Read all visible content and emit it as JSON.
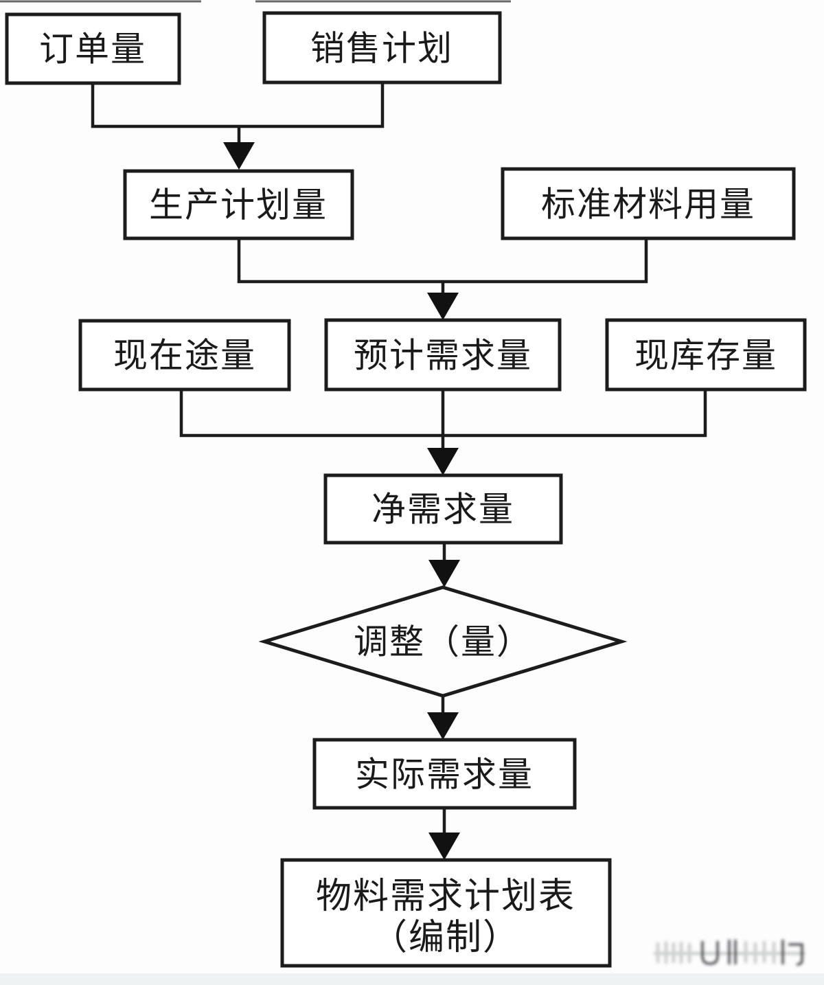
{
  "page": {
    "background_color": "#fdfdfd",
    "node_fill_color": "#ffffff",
    "line_color": "#1c1c1c",
    "text_color": "#1a1a1a",
    "footer_strip_color": "#eef2f3"
  },
  "diagram": {
    "type": "flowchart",
    "direction": "top-down",
    "nodes": {
      "order_quantity": {
        "label": "订单量",
        "shape": "rect"
      },
      "sales_plan": {
        "label": "销售计划",
        "shape": "rect"
      },
      "production_plan_quantity": {
        "label": "生产计划量",
        "shape": "rect"
      },
      "standard_material_usage": {
        "label": "标准材料用量",
        "shape": "rect"
      },
      "current_in_transit_quantity": {
        "label": "现在途量",
        "shape": "rect"
      },
      "estimated_demand_quantity": {
        "label": "预计需求量",
        "shape": "rect"
      },
      "current_inventory_quantity": {
        "label": "现库存量",
        "shape": "rect"
      },
      "net_demand_quantity": {
        "label": "净需求量",
        "shape": "rect"
      },
      "adjustment_quantity": {
        "label": "调整（量）",
        "shape": "diamond"
      },
      "actual_demand_quantity": {
        "label": "实际需求量",
        "shape": "rect"
      },
      "mrp_table": {
        "label": "物料需求计划表（编制）",
        "lines": [
          "物料需求计划表",
          "（编制）"
        ],
        "shape": "rect"
      }
    },
    "edges": [
      {
        "from": [
          "order_quantity",
          "sales_plan"
        ],
        "to": "production_plan_quantity"
      },
      {
        "from": [
          "production_plan_quantity",
          "standard_material_usage"
        ],
        "to": "estimated_demand_quantity"
      },
      {
        "from": [
          "current_in_transit_quantity",
          "estimated_demand_quantity",
          "current_inventory_quantity"
        ],
        "to": "net_demand_quantity"
      },
      {
        "from": [
          "net_demand_quantity"
        ],
        "to": "adjustment_quantity"
      },
      {
        "from": [
          "adjustment_quantity"
        ],
        "to": "actual_demand_quantity"
      },
      {
        "from": [
          "actual_demand_quantity"
        ],
        "to": "mrp_table"
      }
    ]
  }
}
